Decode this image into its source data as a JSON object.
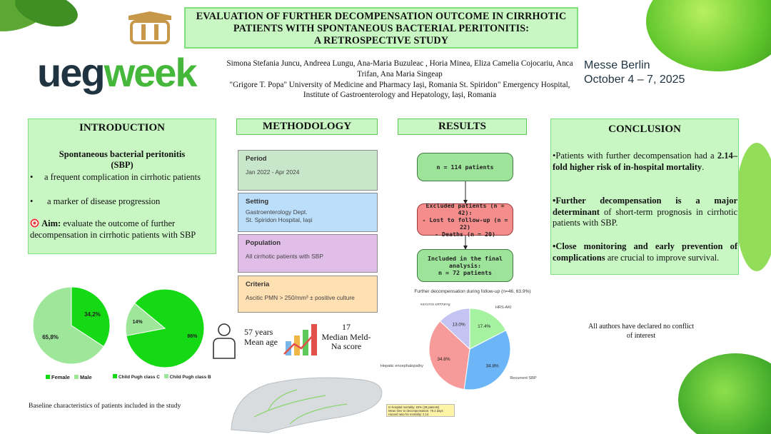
{
  "title": {
    "line1": "EVALUATION OF FURTHER DECOMPENSATION OUTCOME IN CIRRHOTIC",
    "line2": "PATIENTS WITH SPONTANEOUS BACTERIAL PERITONITIS:",
    "line3": "A RETROSPECTIVE STUDY"
  },
  "logo": {
    "part1": "ueg",
    "part2": "week"
  },
  "authors": {
    "line1": "Simona Stefania Juncu,  Andreea Lungu,  Ana-Maria Buzuleac , Horia Minea,  Eliza Camelia Cojocariu,  Anca",
    "line2": "Trifan, Ana Maria Singeap",
    "line3": "\"Grigore T. Popa\" University of Medicine and Pharmacy Iași, Romania St. Spiridon\" Emergency Hospital,",
    "line4": "Institute of Gastroenterology and Hepatology, Iași, Romania"
  },
  "venue": {
    "place": "Messe Berlin",
    "dates": "October 4 – 7, 2025"
  },
  "introduction": {
    "heading": "INTRODUCTION",
    "subtitle_line1": "Spontaneous bacterial peritonitis",
    "subtitle_line2": "(SBP)",
    "bullet1": "a frequent complication in cirrhotic patients",
    "bullet2": "a marker of disease progression",
    "bullet_mark": "•",
    "aim_label": "Aim:",
    "aim_text": " evaluate  the outcome of further decompensation in cirrhotic patients with SBP"
  },
  "methodology": {
    "heading": "METHODOLOGY",
    "cards": [
      {
        "title": "Period",
        "desc1": "Jan 2022 - Apr 2024",
        "desc2": "",
        "color": "#c8e6c9"
      },
      {
        "title": "Setting",
        "desc1": "Gastroenterology Dept.",
        "desc2": "St. Spiridon Hospital, Iași",
        "color": "#bbdefb"
      },
      {
        "title": "Population",
        "desc1": "All cirrhotic patients with SBP",
        "desc2": "",
        "color": "#e1bee7"
      },
      {
        "title": "Criteria",
        "desc1": "Ascitic PMN > 250/mm³ ± positive culture",
        "desc2": "",
        "color": "#ffe0b2"
      }
    ]
  },
  "results": {
    "heading": "RESULTS",
    "box1": "n = 114 patients",
    "box2_line1": "Excluded patients (n = 42):",
    "box2_line2": "- Lost to follow-up (n = 22)",
    "box2_line3": "- Deaths (n = 20)",
    "box3_line1": "Included in the final analysis:",
    "box3_line2": "n = 72 patients",
    "pie_caption": "Further decompensation during follow-up (n=46, 63.9%)",
    "summary_line1": "In-hospital mortality: 63% (29 patients)",
    "summary_line2": "Mean time to decompensation: 79.2 days",
    "summary_line3": "Hazard ratio for mortality: 2.14"
  },
  "conclusion": {
    "heading": "CONCLUSION",
    "p1_pre": "•Patients with further decompensation had a ",
    "p1_bold": "2.14–fold higher risk of in-hospital mortality",
    "p1_post": ".",
    "p2_bold": "•Further decompensation is a major determinant",
    "p2_post": " of short-term prognosis in cirrhotic patients with SBP.",
    "p3_bold1": "•Close monitoring and early prevention of complications",
    "p3_post": " are crucial to improve survival."
  },
  "conflict": {
    "line1": "All authors have declared no conflict",
    "line2": "of interest"
  },
  "baseline_caption": "Baseline characteristics of patients included in the study",
  "stats": {
    "age_value": "57 years",
    "age_label": "Mean age",
    "meld_value": "17",
    "meld_label1": "Median Meld-",
    "meld_label2": "Na score"
  },
  "colors": {
    "accent_green": "#c9f7c4",
    "border_green": "#7ee07a",
    "pie_green": "#14d914",
    "pie_light": "#9ee79a"
  },
  "chart_data": [
    {
      "type": "pie",
      "labels": [
        "Female",
        "Male"
      ],
      "values": [
        34.2,
        65.8
      ],
      "value_labels": [
        "34,2%",
        "65,8%"
      ],
      "colors": [
        "#14d914",
        "#9ee79a"
      ],
      "legend": "bottom"
    },
    {
      "type": "pie",
      "labels": [
        "Child Pugh class C",
        "Child Pugh class B"
      ],
      "values": [
        86,
        14
      ],
      "value_labels": [
        "86%",
        "14%"
      ],
      "colors": [
        "#14d914",
        "#9ee79a"
      ],
      "legend": "bottom"
    },
    {
      "type": "pie",
      "title": "Further decompensation during follow-up (n=46, 63.9%)",
      "labels": [
        "HRS-AKI",
        "Recurrent SBP",
        "Hepatic encephalopathy",
        "Variceal bleeding"
      ],
      "values": [
        17.4,
        34.8,
        34.8,
        13.0
      ],
      "value_labels": [
        "17.4%",
        "34.8%",
        "34.8%",
        "13.0%"
      ],
      "colors": [
        "#a5f2a0",
        "#6cb6f7",
        "#f79a9a",
        "#c4c4f2"
      ]
    }
  ]
}
